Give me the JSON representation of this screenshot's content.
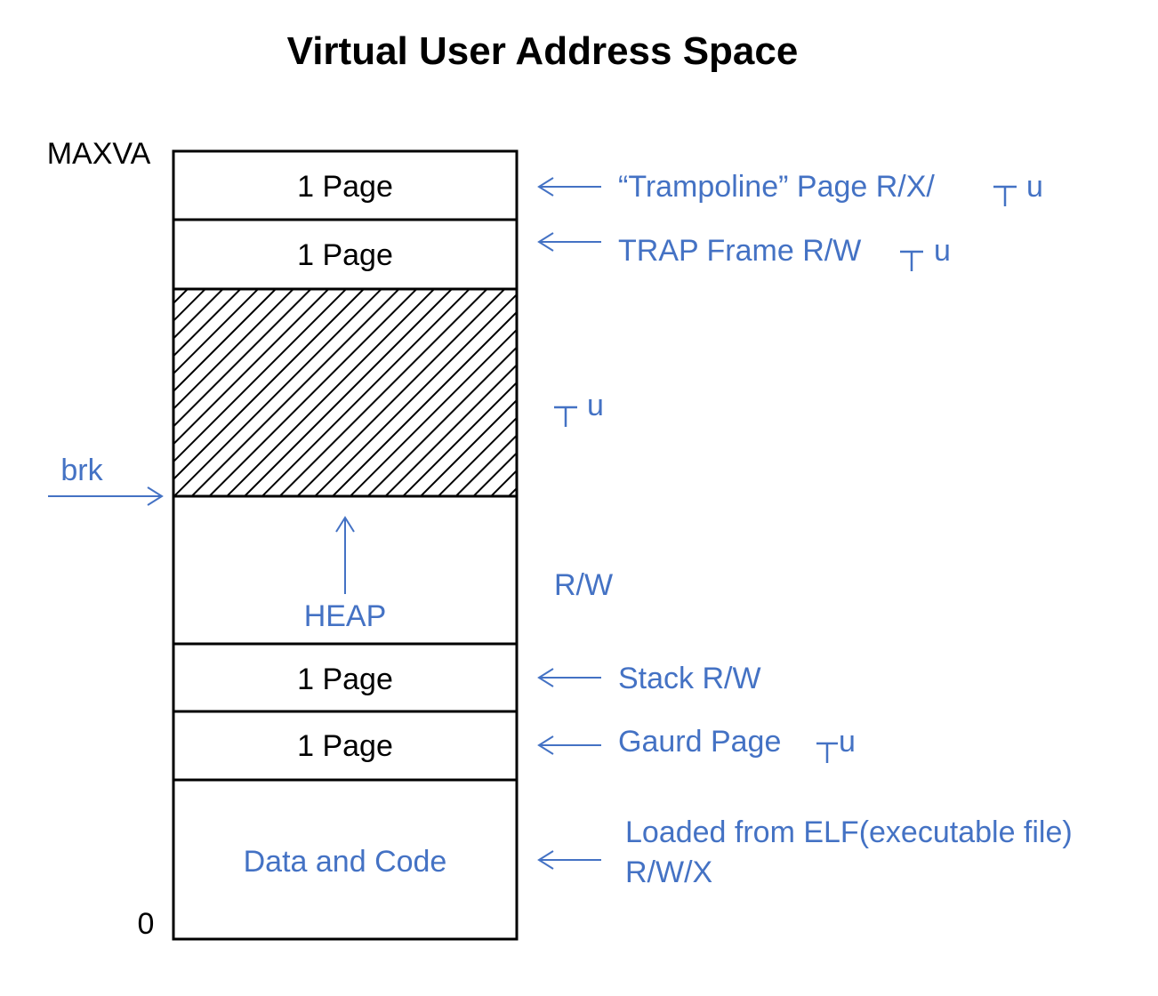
{
  "title": "Virtual User Address Space",
  "colors": {
    "annotation": "#4472c4",
    "outline": "#000000",
    "background": "#ffffff"
  },
  "address_labels": {
    "top": "MAXVA",
    "bottom": "0"
  },
  "segments": [
    {
      "id": "trampoline",
      "label": "1 Page",
      "hatched": false
    },
    {
      "id": "trapframe",
      "label": "1 Page",
      "hatched": false
    },
    {
      "id": "unmapped",
      "label": "",
      "hatched": true
    },
    {
      "id": "heap",
      "label": "HEAP",
      "hatched": false
    },
    {
      "id": "stack",
      "label": "1 Page",
      "hatched": false
    },
    {
      "id": "guard",
      "label": "1 Page",
      "hatched": false
    },
    {
      "id": "data-code",
      "label": "Data and Code",
      "hatched": false
    }
  ],
  "annotations": {
    "trampoline": {
      "text": "“Trampoline” Page R/X/ ",
      "suffix": "u"
    },
    "trapframe": {
      "text": "TRAP Frame  R/W ",
      "suffix": "u"
    },
    "unmapped": {
      "text": "",
      "suffix": "u"
    },
    "heap": {
      "text": "R/W"
    },
    "stack": {
      "text": "Stack R/W"
    },
    "guard": {
      "text": "Gaurd Page ",
      "suffix": "u"
    },
    "data_code": {
      "line1": "Loaded from ELF(executable file)",
      "line2": "R/W/X"
    }
  },
  "brk": {
    "label": "brk"
  },
  "icons": {
    "not_symbol": "down-tack-icon",
    "arrow": "left-arrow-icon"
  }
}
